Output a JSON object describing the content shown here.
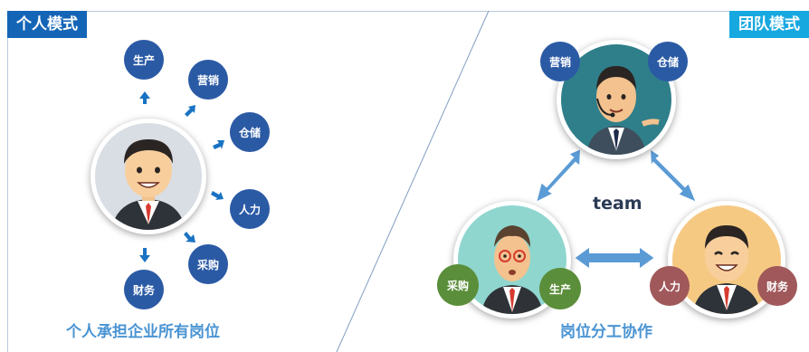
{
  "left": {
    "tag": "个人模式",
    "roles": [
      "生产",
      "营销",
      "仓储",
      "人力",
      "采购",
      "财务"
    ],
    "caption": "个人承担企业所有岗位"
  },
  "right": {
    "tag": "团队模式",
    "top_roles": [
      "营销",
      "仓储"
    ],
    "left_roles": [
      "采购",
      "生产"
    ],
    "right_roles": [
      "人力",
      "财务"
    ],
    "center_label": "team",
    "caption": "岗位分工协作"
  },
  "colors": {
    "blue": "#2b5aa5",
    "green": "#5b8e3a",
    "rose": "#a0585a",
    "accent": "#4a94d3"
  },
  "icons": [
    "businessman-avatar",
    "headset-businessman-avatar",
    "glasses-man-avatar",
    "smiling-man-avatar"
  ]
}
